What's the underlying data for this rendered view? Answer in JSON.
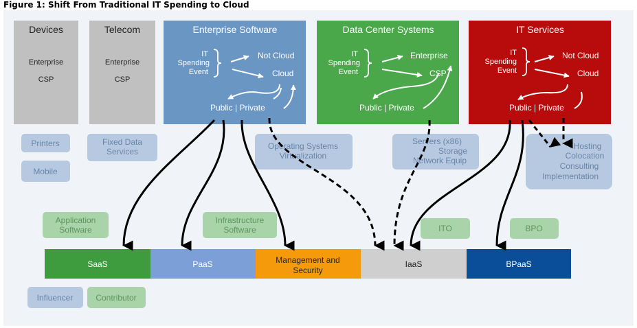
{
  "caption": "Figure 1: Shift From Traditional IT Spending to Cloud",
  "columns": {
    "devices": {
      "title": "Devices",
      "line1": "Enterprise",
      "line2": "CSP"
    },
    "telecom": {
      "title": "Telecom",
      "line1": "Enterprise",
      "line2": "CSP"
    },
    "enterprise_software": {
      "title": "Enterprise Software",
      "event": [
        "IT",
        "Spending",
        "Event"
      ],
      "out1": "Not Cloud",
      "out2": "Cloud",
      "bottom": "Public | Private"
    },
    "data_center": {
      "title": "Data Center Systems",
      "event": [
        "IT",
        "Spending",
        "Event"
      ],
      "out1": "Enterprise",
      "out2": "CSP",
      "bottom": "Public | Private"
    },
    "it_services": {
      "title": "IT Services",
      "event": [
        "IT",
        "Spending",
        "Event"
      ],
      "out1": "Not Cloud",
      "out2": "Cloud",
      "bottom": "Public | Private"
    }
  },
  "sub_boxes": {
    "printers": "Printers",
    "mobile": "Mobile",
    "fixed_data": [
      "Fixed Data",
      "Services"
    ],
    "os": [
      "Operating Systems",
      "Virtualization"
    ],
    "servers": [
      "Servers (x86)",
      "Storage",
      "Network Equip"
    ],
    "hosting": [
      "Hosting",
      "Colocation",
      "Consulting",
      "Implementation"
    ],
    "application": [
      "Application",
      "Software"
    ],
    "infrastructure": [
      "Infrastructure",
      "Software"
    ],
    "ito": "ITO",
    "bpo": "BPO"
  },
  "layers": {
    "saas": "SaaS",
    "paas": "PaaS",
    "mgmt": [
      "Management and",
      "Security"
    ],
    "iaas": "IaaS",
    "bpaas": "BPaaS"
  },
  "legend": {
    "influencer": "Influencer",
    "contributor": "Contributor"
  },
  "colors": {
    "grey_box": "#c0c0c0",
    "enterprise_blue": "#6a96c4",
    "datacenter_green": "#4aa84a",
    "services_red": "#b80c0c",
    "light_blue_box": "#b6c9e0",
    "light_green_box": "#a9d4a9",
    "saas": "#3e9b3e",
    "paas": "#7b9fd6",
    "mgmt": "#f59b0b",
    "iaas": "#cfcfcf",
    "bpaas": "#0a4e9a"
  }
}
